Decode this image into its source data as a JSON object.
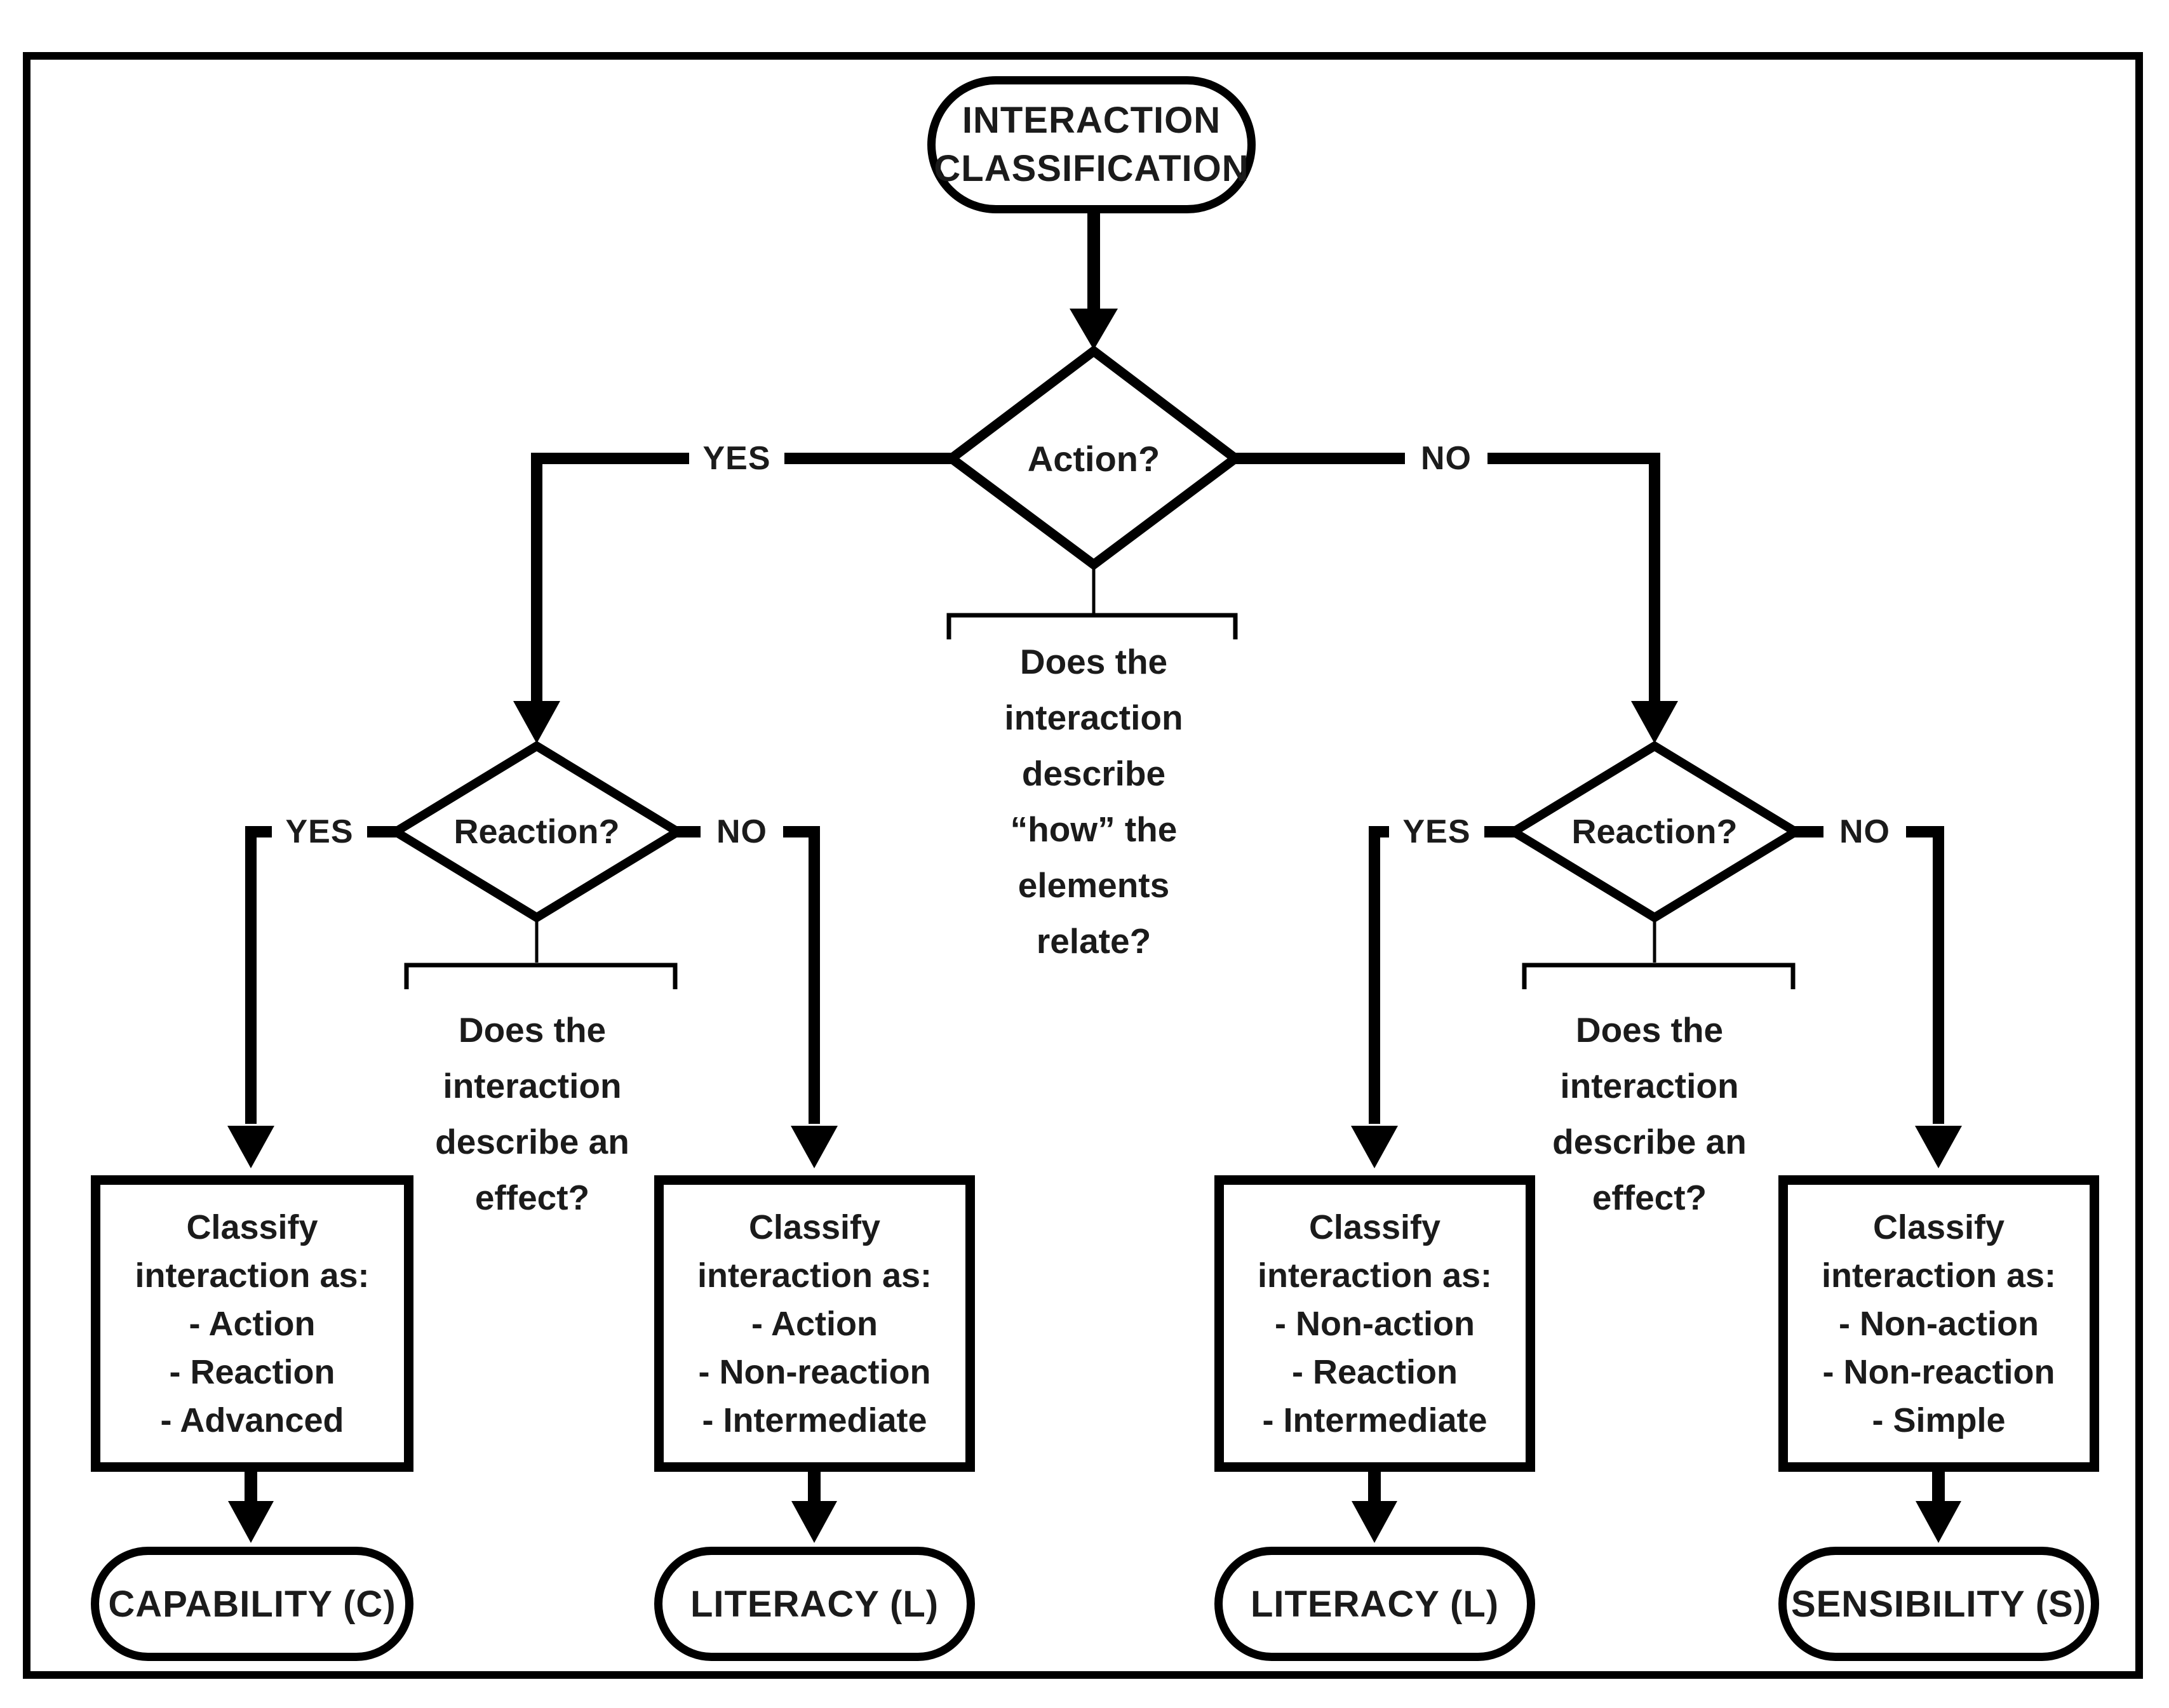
{
  "title": {
    "lines": [
      "INTERACTION",
      "CLASSIFICATION"
    ]
  },
  "decisions": {
    "action": {
      "label": "Action?",
      "yes": "YES",
      "no": "NO",
      "annotation": [
        "Does the",
        "interaction",
        "describe",
        "“how” the",
        "elements",
        "relate?"
      ]
    },
    "reaction_left": {
      "label": "Reaction?",
      "yes": "YES",
      "no": "NO",
      "annotation": [
        "Does the",
        "interaction",
        "describe an",
        "effect?"
      ]
    },
    "reaction_right": {
      "label": "Reaction?",
      "yes": "YES",
      "no": "NO",
      "annotation": [
        "Does the",
        "interaction",
        "describe an",
        "effect?"
      ]
    }
  },
  "boxes": [
    {
      "lines": [
        "Classify",
        "interaction as:",
        "- Action",
        "- Reaction",
        "- Advanced"
      ]
    },
    {
      "lines": [
        "Classify",
        "interaction as:",
        "- Action",
        "- Non-reaction",
        "- Intermediate"
      ]
    },
    {
      "lines": [
        "Classify",
        "interaction as:",
        "- Non-action",
        "- Reaction",
        "- Intermediate"
      ]
    },
    {
      "lines": [
        "Classify",
        "interaction as:",
        "- Non-action",
        "- Non-reaction",
        "- Simple"
      ]
    }
  ],
  "terminals": [
    "CAPABILITY (C)",
    "LITERACY (L)",
    "LITERACY (L)",
    "SENSIBILITY (S)"
  ],
  "colors": {
    "line": "#000000",
    "text": "#1b1b1b",
    "background": "#ffffff"
  }
}
